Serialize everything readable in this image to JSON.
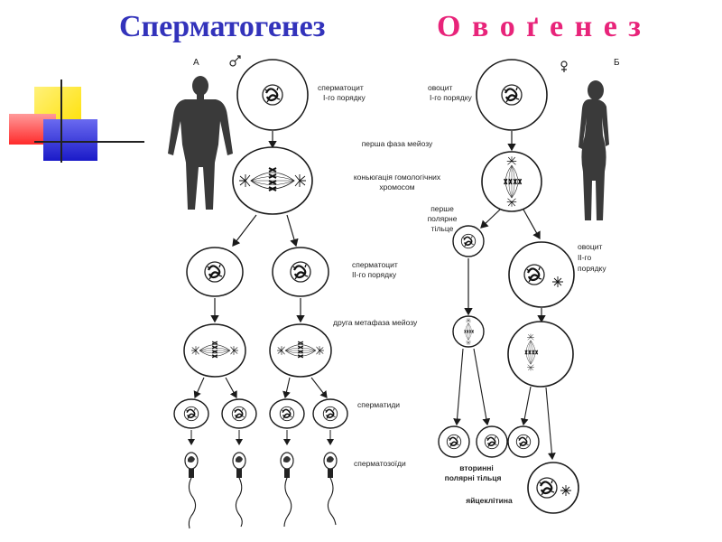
{
  "titles": {
    "spermatogenesis": "Сперматогенез",
    "oogenesis": "О в о ґ е н е з"
  },
  "panel_marks": {
    "left": "А",
    "right": "Б"
  },
  "labels": {
    "spermatocyte1_a": "сперматоцит",
    "spermatocyte1_b": "І-го порядку",
    "oocyte1_a": "овоцит",
    "oocyte1_b": "І-го порядку",
    "first_phase": "перша фаза мейозу",
    "conjugation_a": "коньюгація гомологічних",
    "conjugation_b": "хромосом",
    "polar1_a": "перше",
    "polar1_b": "полярне",
    "polar1_c": "тільце",
    "spermatocyte2_a": "сперматоцит",
    "spermatocyte2_b": "ІІ-го порядку",
    "oocyte2_a": "овоцит",
    "oocyte2_b": "ІІ-го",
    "oocyte2_c": "порядку",
    "second_metaphase": "друга метафаза мейозу",
    "spermatids": "сперматиди",
    "spermatozoa": "сперматозоїди",
    "polar2_a": "вторинні",
    "polar2_b": "полярні тільця",
    "egg": "яйцеклітина"
  },
  "colors": {
    "title_left": "#3333bb",
    "title_right": "#e8247a",
    "deco_yellow": "#ffe800",
    "deco_red": "#ff3030",
    "deco_blue": "#2020d0",
    "ink": "#1a1a1a"
  }
}
